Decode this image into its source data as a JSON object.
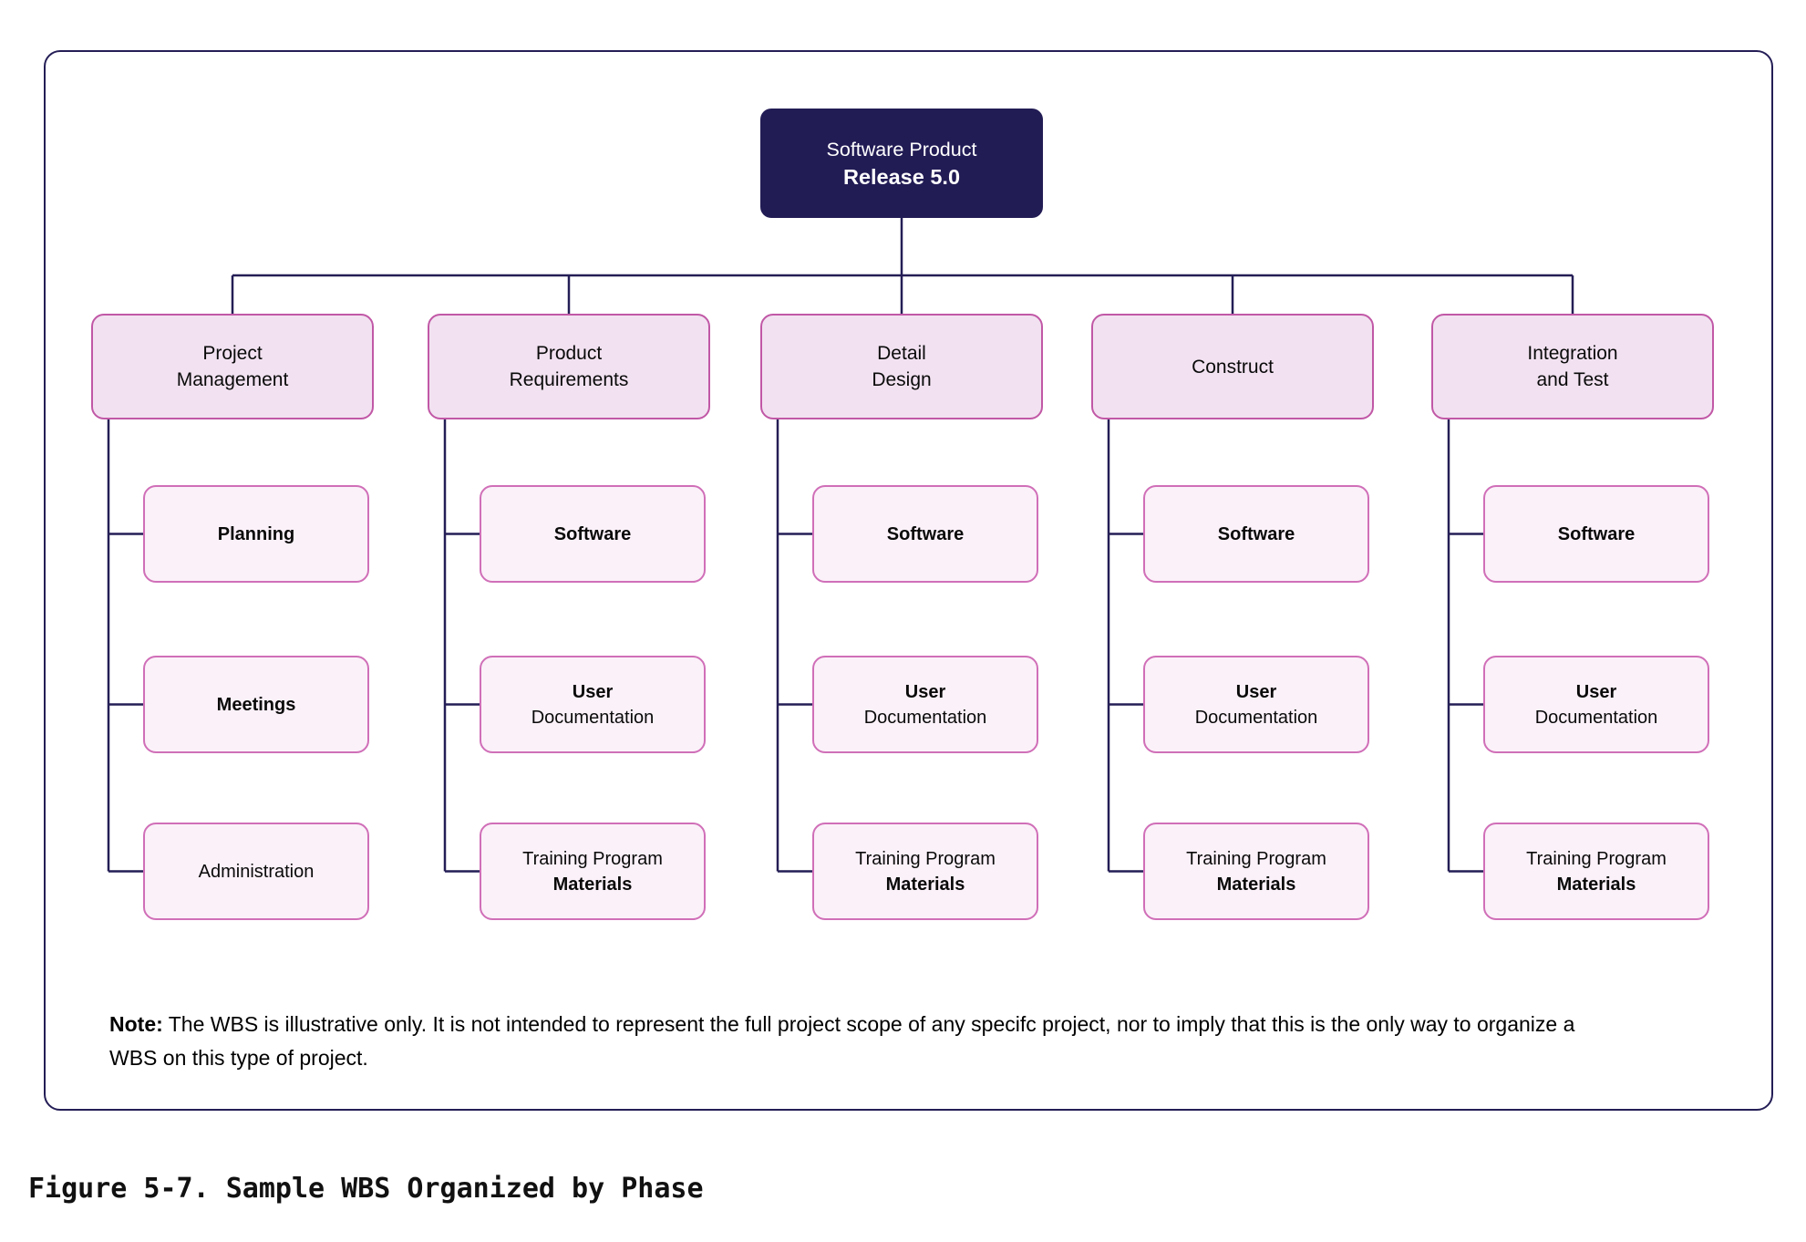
{
  "figure": {
    "caption": "Figure 5-7. Sample WBS Organized by Phase"
  },
  "note": {
    "label": "Note:",
    "text": " The WBS is illustrative only. It is not intended to represent the full project scope of any specifc project, nor to imply that this is the only way to organize a WBS on this type of project."
  },
  "root": {
    "line1": "Software Product",
    "line2": "Release 5.0"
  },
  "columns": [
    {
      "name": "project-management",
      "header_lines": [
        "Project",
        "Management"
      ],
      "children": [
        {
          "lines": [
            {
              "text": "Planning",
              "bold": true
            }
          ]
        },
        {
          "lines": [
            {
              "text": "Meetings",
              "bold": true
            }
          ]
        },
        {
          "lines": [
            {
              "text": "Administration",
              "bold": false
            }
          ]
        }
      ]
    },
    {
      "name": "product-requirements",
      "header_lines": [
        "Product",
        "Requirements"
      ],
      "children": [
        {
          "lines": [
            {
              "text": "Software",
              "bold": true
            }
          ]
        },
        {
          "lines": [
            {
              "text": "User",
              "bold": true
            },
            {
              "text": "Documentation",
              "bold": false
            }
          ]
        },
        {
          "lines": [
            {
              "text": "Training Program",
              "bold": false
            },
            {
              "text": "Materials",
              "bold": true
            }
          ]
        }
      ]
    },
    {
      "name": "detail-design",
      "header_lines": [
        "Detail",
        "Design"
      ],
      "children": [
        {
          "lines": [
            {
              "text": "Software",
              "bold": true
            }
          ]
        },
        {
          "lines": [
            {
              "text": "User",
              "bold": true
            },
            {
              "text": "Documentation",
              "bold": false
            }
          ]
        },
        {
          "lines": [
            {
              "text": "Training Program",
              "bold": false
            },
            {
              "text": "Materials",
              "bold": true
            }
          ]
        }
      ]
    },
    {
      "name": "construct",
      "header_lines": [
        "Construct"
      ],
      "children": [
        {
          "lines": [
            {
              "text": "Software",
              "bold": true
            }
          ]
        },
        {
          "lines": [
            {
              "text": "User",
              "bold": true
            },
            {
              "text": "Documentation",
              "bold": false
            }
          ]
        },
        {
          "lines": [
            {
              "text": "Training Program",
              "bold": false
            },
            {
              "text": "Materials",
              "bold": true
            }
          ]
        }
      ]
    },
    {
      "name": "integration-and-test",
      "header_lines": [
        "Integration",
        "and Test"
      ],
      "children": [
        {
          "lines": [
            {
              "text": "Software",
              "bold": true
            }
          ]
        },
        {
          "lines": [
            {
              "text": "User",
              "bold": true
            },
            {
              "text": "Documentation",
              "bold": false
            }
          ]
        },
        {
          "lines": [
            {
              "text": "Training Program",
              "bold": false
            },
            {
              "text": "Materials",
              "bold": true
            }
          ]
        }
      ]
    }
  ],
  "colors": {
    "root_bg": "#221C55",
    "connector": "#241E56",
    "phase_fill": "#F2E2F1",
    "phase_border": "#C158A6",
    "package_fill": "#FBF1F9",
    "package_border": "#D06FB8"
  }
}
